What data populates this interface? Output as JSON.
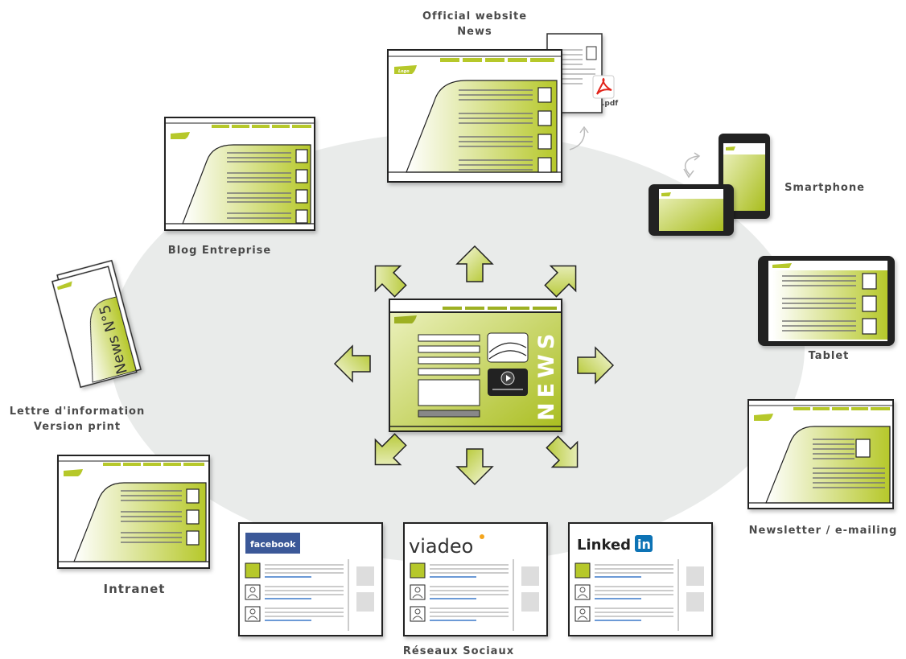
{
  "labels": {
    "official_website_line1": "Official website",
    "official_website_line2": "News",
    "pdf": ".pdf",
    "blog": "Blog Entreprise",
    "smartphone": "Smartphone",
    "tablet": "Tablet",
    "lettre_line1": "Lettre d'information",
    "lettre_line2": "Version print",
    "intranet": "Intranet",
    "newsletter": "Newsletter / e-mailing",
    "reseaux": "Réseaux Sociaux"
  },
  "center": {
    "news_text": "NEWS"
  },
  "brochure": {
    "text": "News N°5"
  },
  "logo_text": "Logo",
  "social": {
    "facebook": "facebook",
    "viadeo": "viadeo",
    "linkedin_text": "Linked",
    "linkedin_in": "in"
  },
  "colors": {
    "accent": "#b6c82a",
    "accent_dark": "#8ea014",
    "ellipse": "#e9ebea",
    "facebook": "#3b5998",
    "linkedin": "#0a73b5",
    "viadeo_dot": "#f4a51c",
    "pdf_red": "#e2231a"
  }
}
